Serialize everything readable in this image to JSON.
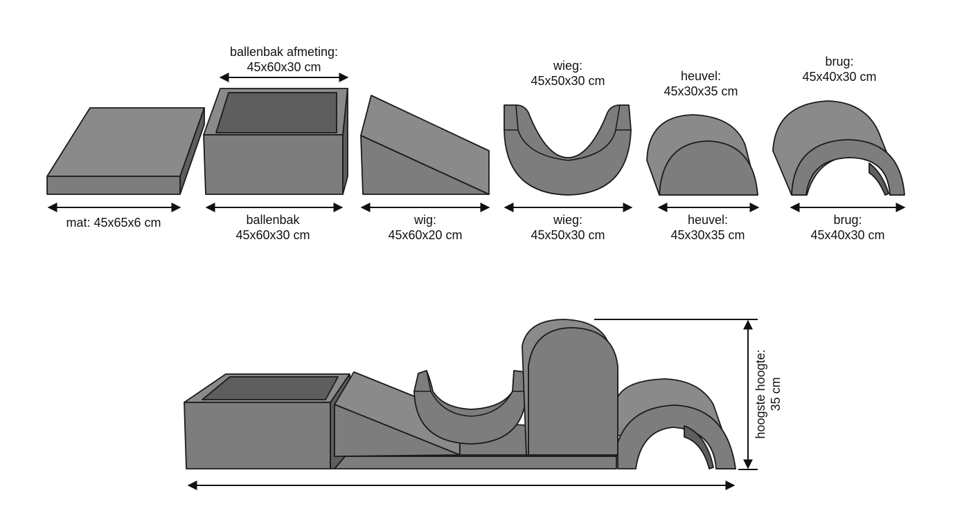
{
  "colors": {
    "piece_fill": "#7d7d7d",
    "piece_dark": "#5e5e5e",
    "piece_light": "#8a8a8a",
    "line": "#111111",
    "background": "#ffffff"
  },
  "top_row": {
    "mat": {
      "label": "mat: 45x65x6 cm"
    },
    "ballenbak": {
      "top_label_line1": "ballenbak afmeting:",
      "top_label_line2": "45x60x30 cm",
      "bottom_label_line1": "ballenbak",
      "bottom_label_line2": "45x60x30 cm"
    },
    "wig": {
      "bottom_label_line1": "wig:",
      "bottom_label_line2": "45x60x20 cm"
    },
    "wieg": {
      "top_label_line1": "wieg:",
      "top_label_line2": "45x50x30 cm",
      "bottom_label_line1": "wieg:",
      "bottom_label_line2": "45x50x30 cm"
    },
    "heuvel": {
      "top_label_line1": "heuvel:",
      "top_label_line2": "45x30x35 cm",
      "bottom_label_line1": "heuvel:",
      "bottom_label_line2": "45x30x35 cm"
    },
    "brug": {
      "top_label_line1": "brug:",
      "top_label_line2": "45x40x30 cm",
      "bottom_label_line1": "brug:",
      "bottom_label_line2": "45x40x30 cm"
    }
  },
  "assembly": {
    "height_label_line1": "hoogste hoogte:",
    "height_label_line2": "35 cm"
  }
}
